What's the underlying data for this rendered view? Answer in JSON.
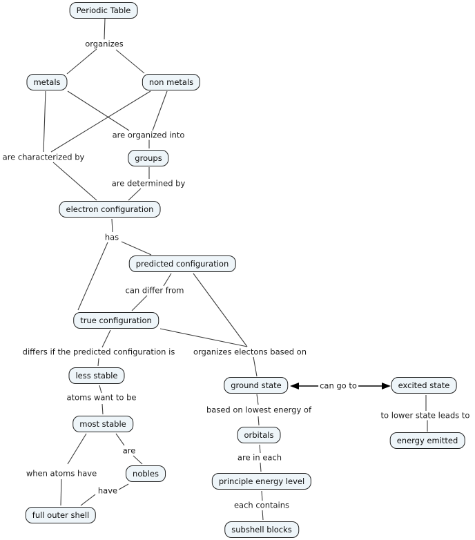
{
  "colors": {
    "background": "#ffffff",
    "node-fill": "#eef5f9",
    "node-border": "#1f1f1f",
    "node-text": "#0c0c0c",
    "label-text": "#1a1a1a",
    "line": "#3d3d3d",
    "arrow": "#000000"
  },
  "nodes": [
    {
      "id": "periodic-table",
      "label": "Periodic Table"
    },
    {
      "id": "metals",
      "label": "metals"
    },
    {
      "id": "non-metals",
      "label": "non metals"
    },
    {
      "id": "groups",
      "label": "groups"
    },
    {
      "id": "electron-configuration",
      "label": "electron configuration"
    },
    {
      "id": "predicted-configuration",
      "label": "predicted configuration"
    },
    {
      "id": "true-configuration",
      "label": "true configuration"
    },
    {
      "id": "less-stable",
      "label": "less stable"
    },
    {
      "id": "most-stable",
      "label": "most stable"
    },
    {
      "id": "nobles",
      "label": "nobles"
    },
    {
      "id": "full-outer-shell",
      "label": "full outer shell"
    },
    {
      "id": "ground-state",
      "label": "ground state"
    },
    {
      "id": "orbitals",
      "label": "orbitals"
    },
    {
      "id": "principle-energy-level",
      "label": "principle energy level"
    },
    {
      "id": "subshell-blocks",
      "label": "subshell blocks"
    },
    {
      "id": "excited-state",
      "label": "excited state"
    },
    {
      "id": "energy-emitted",
      "label": "energy emitted"
    }
  ],
  "links": [
    {
      "id": "organizes",
      "text": "organizes"
    },
    {
      "id": "are-organized-into",
      "text": "are organized into"
    },
    {
      "id": "are-characterized-by",
      "text": "are characterized by"
    },
    {
      "id": "are-determined-by",
      "text": "are determined by"
    },
    {
      "id": "has",
      "text": "has"
    },
    {
      "id": "can-differ-from",
      "text": "can differ from"
    },
    {
      "id": "differs-if",
      "text": "differs if the predicted configuration is"
    },
    {
      "id": "organizes-electons",
      "text": "organizes electons based on"
    },
    {
      "id": "atoms-want-to-be",
      "text": "atoms want to be"
    },
    {
      "id": "are",
      "text": "are"
    },
    {
      "id": "when-atoms-have",
      "text": "when atoms have"
    },
    {
      "id": "have",
      "text": "have"
    },
    {
      "id": "can-go-to",
      "text": "can go to"
    },
    {
      "id": "based-on-lowest-energy-of",
      "text": "based on lowest energy of"
    },
    {
      "id": "are-in-each",
      "text": "are in each"
    },
    {
      "id": "each-contains",
      "text": "each contains"
    },
    {
      "id": "to-lower-state-leads-to",
      "text": "to lower state leads to"
    }
  ],
  "propositions": [
    {
      "from": "Periodic Table",
      "link": "organizes",
      "to": "metals"
    },
    {
      "from": "Periodic Table",
      "link": "organizes",
      "to": "non metals"
    },
    {
      "from": "metals",
      "link": "are organized into",
      "to": "groups"
    },
    {
      "from": "non metals",
      "link": "are organized into",
      "to": "groups"
    },
    {
      "from": "metals",
      "link": "are characterized by",
      "to": "electron configuration"
    },
    {
      "from": "non metals",
      "link": "are characterized by",
      "to": "electron configuration"
    },
    {
      "from": "groups",
      "link": "are determined by",
      "to": "electron configuration"
    },
    {
      "from": "electron configuration",
      "link": "has",
      "to": "predicted configuration"
    },
    {
      "from": "electron configuration",
      "link": "has",
      "to": "true configuration"
    },
    {
      "from": "predicted configuration",
      "link": "can differ from",
      "to": "true configuration"
    },
    {
      "from": "true configuration",
      "link": "differs if the predicted configuration is",
      "to": "less stable"
    },
    {
      "from": "less stable",
      "link": "atoms want to be",
      "to": "most stable"
    },
    {
      "from": "most stable",
      "link": "are",
      "to": "nobles"
    },
    {
      "from": "most stable",
      "link": "when atoms have",
      "to": "full outer shell"
    },
    {
      "from": "nobles",
      "link": "have",
      "to": "full outer shell"
    },
    {
      "from": "predicted configuration",
      "link": "organizes electons based on",
      "to": "ground state"
    },
    {
      "from": "true configuration",
      "link": "organizes electons based on",
      "to": "ground state"
    },
    {
      "from": "ground state",
      "link": "can go to",
      "to": "excited state",
      "arrow": "double"
    },
    {
      "from": "ground state",
      "link": "based on lowest energy of",
      "to": "orbitals"
    },
    {
      "from": "orbitals",
      "link": "are in each",
      "to": "principle energy level"
    },
    {
      "from": "principle energy level",
      "link": "each contains",
      "to": "subshell blocks"
    },
    {
      "from": "excited state",
      "link": "to lower state leads to",
      "to": "energy emitted"
    }
  ]
}
